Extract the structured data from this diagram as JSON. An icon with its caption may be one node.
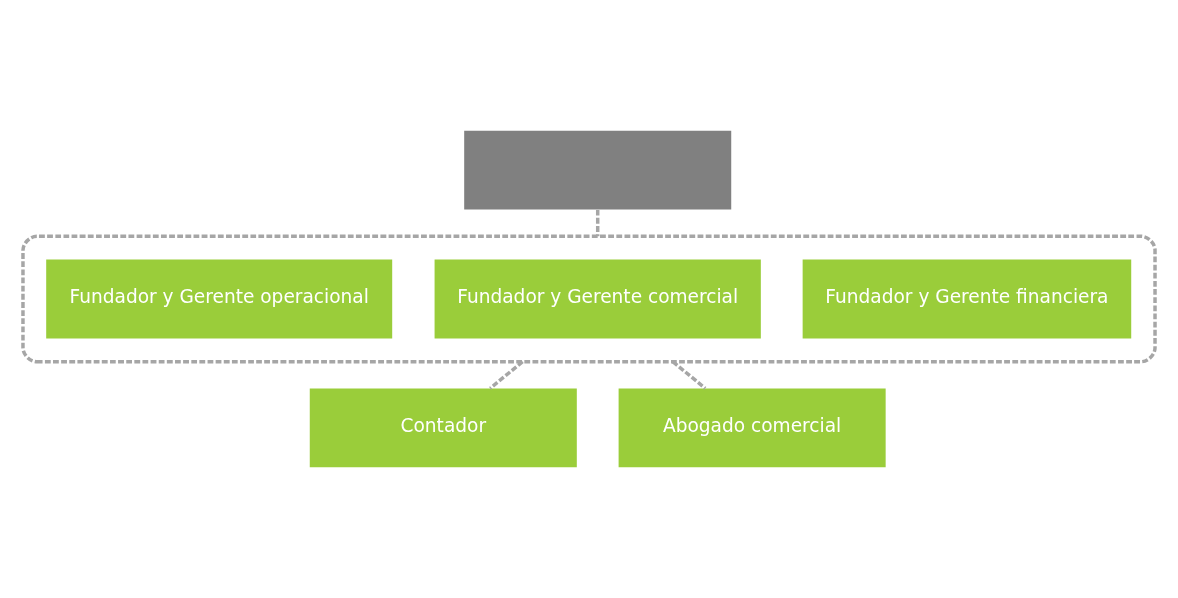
{
  "diagram": {
    "nodes": [
      {
        "text": [],
        "shape": "box"
      },
      {
        "text": [],
        "shape": "box"
      },
      {
        "text": [
          "Fundador y Gerente operacional"
        ],
        "in": 1
      },
      {
        "text": [
          "Fundador y Gerente comercial"
        ],
        "in": 1
      },
      {
        "text": [
          "Fundador y Gerente financiera"
        ],
        "in": 1
      },
      {
        "text": [
          "Contador"
        ]
      },
      {
        "text": [
          "Abogado comercial"
        ]
      }
    ],
    "edges": [
      {
        "from": 0,
        "to": 1,
        "arrow": "none",
        "style": "dashed"
      },
      {
        "from": 1,
        "to": 5,
        "arrow": "none",
        "style": "dashed"
      },
      {
        "from": 1,
        "to": 6,
        "arrow": "none",
        "style": "dashed"
      }
    ]
  }
}
